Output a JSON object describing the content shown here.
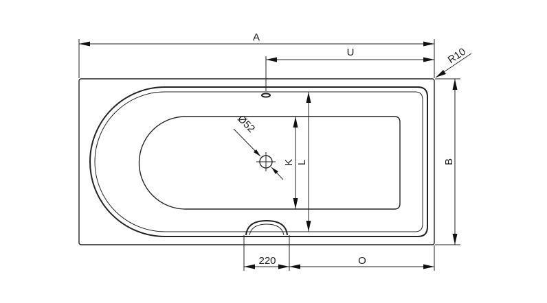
{
  "labels": {
    "A": "A",
    "U": "U",
    "R10": "R10",
    "B": "B",
    "D52": "Ø52",
    "K": "K",
    "L": "L",
    "d220": "220",
    "O": "O"
  }
}
